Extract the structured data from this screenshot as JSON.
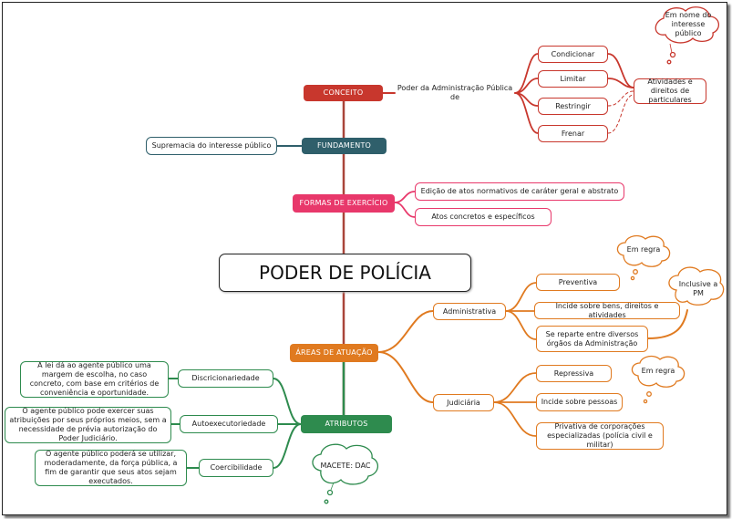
{
  "title": "PODER DE POLÍCIA",
  "colors": {
    "conceito": "#c8372d",
    "fundamento": "#2f5f6b",
    "formas": "#e8386b",
    "areas": "#e07a20",
    "atributos": "#2e8b4e",
    "trunk": "#a9453a"
  },
  "conceito": {
    "label": "CONCEITO",
    "definition": "Poder da Administração Pública de",
    "verbs": [
      "Condicionar",
      "Limitar",
      "Restringir",
      "Frenar"
    ],
    "target": "Atividades e direitos de particulares",
    "cloud": "Em nome do interesse público"
  },
  "fundamento": {
    "label": "FUNDAMENTO",
    "item": "Supremacia do interesse público"
  },
  "formas": {
    "label": "FORMAS DE EXERCÍCIO",
    "items": [
      "Edição de atos normativos de caráter geral e abstrato",
      "Atos concretos e específicos"
    ]
  },
  "areas": {
    "label": "ÁREAS DE ATUAÇÃO",
    "administrativa": {
      "label": "Administrativa",
      "items": [
        "Preventiva",
        "Incide sobre bens, direitos e atividades",
        "Se reparte entre diversos órgãos da Administração"
      ],
      "cloud_regra": "Em regra",
      "cloud_pm": "Inclusive a PM"
    },
    "judiciaria": {
      "label": "Judiciária",
      "items": [
        "Repressiva",
        "Incide sobre pessoas",
        "Privativa de corporações especializadas (polícia civil e militar)"
      ],
      "cloud_regra": "Em regra"
    }
  },
  "atributos": {
    "label": "ATRIBUTOS",
    "items": [
      {
        "name": "Discricionariedade",
        "desc": "A lei dá ao agente público uma margem de escolha, no caso concreto, com base em critérios de conveniência e oportunidade."
      },
      {
        "name": "Autoexecutoriedade",
        "desc": "O agente público pode exercer suas atribuições por seus próprios meios, sem a necessidade de prévia autorização do Poder Judiciário."
      },
      {
        "name": "Coercibilidade",
        "desc": "O agente público poderá se utilizar, moderadamente, da força pública, a fim de garantir que seus atos sejam executados."
      }
    ],
    "cloud": "MACETE: DAC"
  }
}
